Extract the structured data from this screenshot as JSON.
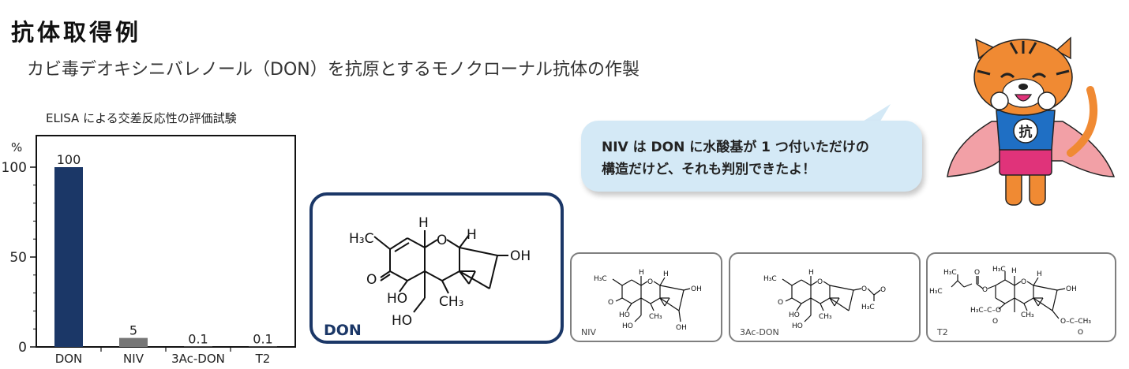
{
  "header": {
    "title": "抗体取得例",
    "subtitle": "カビ毒デオキシニバレノール（DON）を抗原とするモノクローナル抗体の作製"
  },
  "chart_data": {
    "type": "bar",
    "title": "ELISA による交差反応性の評価試験",
    "ylabel": "%",
    "categories": [
      "DON",
      "NIV",
      "3Ac-DON",
      "T2"
    ],
    "values": [
      100,
      5,
      0.1,
      0.1
    ],
    "value_labels": [
      "100",
      "5",
      "0.1",
      "0.1"
    ],
    "ylim": [
      0,
      100
    ],
    "yticks": [
      0,
      50,
      100
    ],
    "bar_colors": [
      "#1b3767",
      "#767676",
      "#767676",
      "#767676"
    ],
    "grid": false
  },
  "speech_bubble": {
    "line1": "NIV は DON に水酸基が 1 つ付いただけの",
    "line2": "構造だけど、それも判別できたよ！"
  },
  "molecules": {
    "don": {
      "label": "DON",
      "atoms": {
        "h3c": "H₃C",
        "h1": "H",
        "h2": "H",
        "o_ring": "O",
        "oh": "OH",
        "o_keto": "O",
        "ho": "HO",
        "ch3": "CH₃",
        "ho2": "HO"
      }
    },
    "niv": {
      "label": "NIV",
      "atoms": {
        "h3c": "H₃C",
        "h1": "H",
        "h2": "H",
        "o_ring": "O",
        "oh": "OH",
        "o_keto": "O",
        "ho": "HO",
        "ch3": "CH₃",
        "ho2": "HO",
        "oh2": "OH"
      }
    },
    "ac3don": {
      "label": "3Ac-DON",
      "atoms": {
        "h3c": "H₃C",
        "h1": "H",
        "o_ring": "O",
        "o_ester": "O",
        "o_carbonyl": "O",
        "h3c2": "H₃C",
        "o_keto": "O",
        "ho": "HO",
        "ch3": "CH₃",
        "ho2": "HO"
      }
    },
    "t2": {
      "label": "T2",
      "atoms": {
        "h3c": "H₃C",
        "h3c_iso": "H₃C",
        "h1": "H",
        "h2": "H",
        "o_ring": "O",
        "oh": "OH",
        "o1": "O",
        "o2": "O",
        "h3c_c": "H₃C–C–O",
        "o3": "O",
        "ch3": "CH₃",
        "oac": "O–C–CH₃",
        "o4": "O"
      }
    }
  },
  "mascot": {
    "badge": "抗",
    "colors": {
      "fur": "#f08a33",
      "shirt": "#1f6fc4",
      "shorts": "#e0337a",
      "cape": "#f2a0a6"
    }
  }
}
